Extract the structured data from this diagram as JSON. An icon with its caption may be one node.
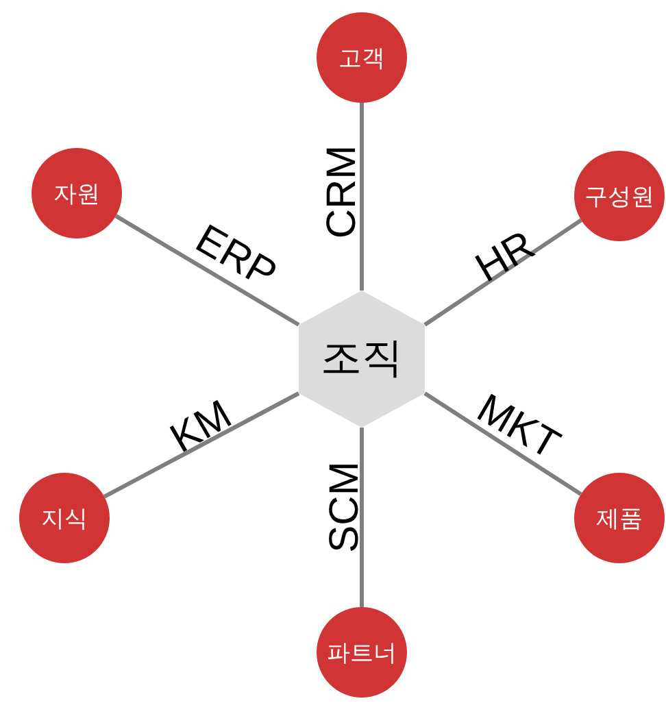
{
  "diagram": {
    "nodes": [
      {
        "text": [
          "조직"
        ]
      },
      {
        "text": [
          "고객"
        ]
      },
      {
        "text": [
          "자원"
        ]
      },
      {
        "text": [
          "구성원"
        ]
      },
      {
        "text": [
          "지식"
        ]
      },
      {
        "text": [
          "제품"
        ]
      },
      {
        "text": [
          "파트너"
        ]
      }
    ],
    "edges": [
      {
        "from": 0,
        "to": 1,
        "arrow": "none",
        "label": "CRM"
      },
      {
        "from": 0,
        "to": 2,
        "arrow": "none",
        "label": "ERP"
      },
      {
        "from": 0,
        "to": 3,
        "arrow": "none",
        "label": "HR"
      },
      {
        "from": 0,
        "to": 4,
        "arrow": "none",
        "label": "KM"
      },
      {
        "from": 0,
        "to": 5,
        "arrow": "none",
        "label": "MKT"
      },
      {
        "from": 0,
        "to": 6,
        "arrow": "none",
        "label": "SCM"
      }
    ]
  }
}
